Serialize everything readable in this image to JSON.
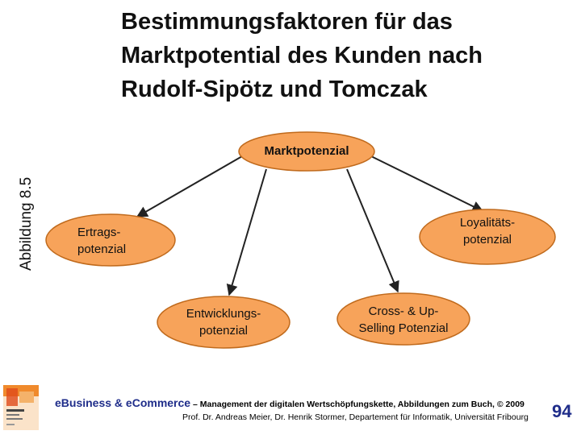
{
  "title": {
    "line1": "Bestimmungsfaktoren für das",
    "line2": "Marktpotential des Kunden nach",
    "line3": "Rudolf-Sipötz und Tomczak"
  },
  "side_label": "Abbildung 8.5",
  "colors": {
    "node_fill": "#f7a35a",
    "node_stroke": "#c06a1c",
    "arrow": "#222222",
    "footer_accent": "#1f2d8a"
  },
  "nodes": {
    "root": {
      "label": "Marktpotenzial"
    },
    "ertrag": {
      "line1": "Ertrags-",
      "line2": "potenzial"
    },
    "loyal": {
      "line1": "Loyalitäts-",
      "line2": "potenzial"
    },
    "entwicklung": {
      "line1": "Entwicklungs-",
      "line2": "potenzial"
    },
    "cross": {
      "line1": "Cross- & Up-",
      "line2": "Selling Potenzial"
    }
  },
  "footer": {
    "strong": "eBusiness & eCommerce",
    "sub": " – Management der digitalen Wertschöpfungskette, Abbildungen zum Buch, © 2009",
    "line2": "Prof. Dr. Andreas Meier, Dr. Henrik Stormer, Departement für Informatik, Universität Fribourg",
    "page": "94"
  }
}
